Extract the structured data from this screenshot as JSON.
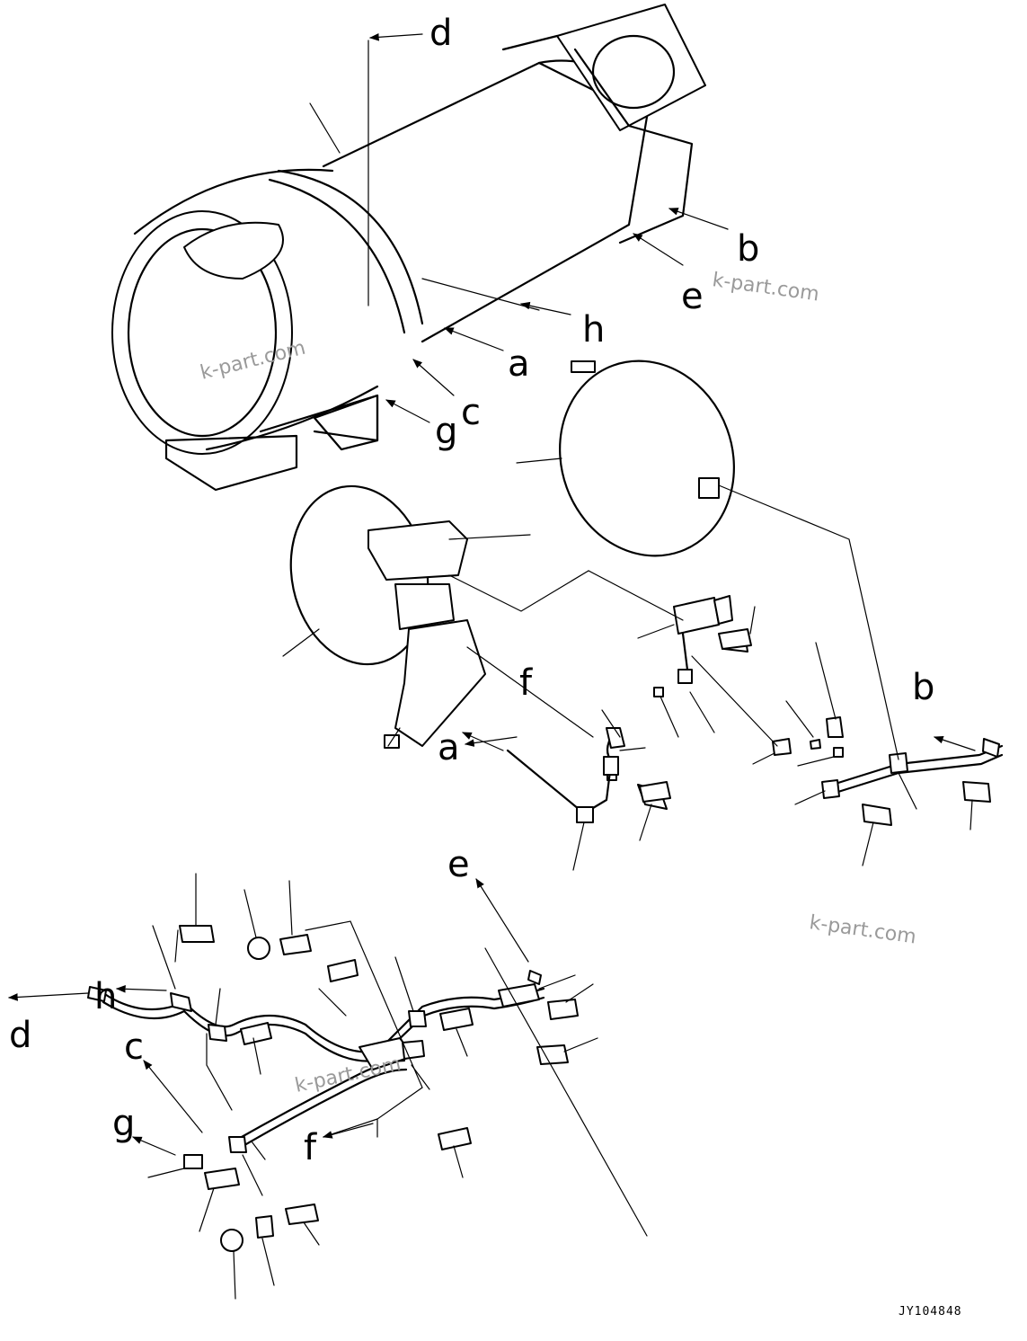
{
  "diagram": {
    "callouts": {
      "a1": "a",
      "a2": "a",
      "b1": "b",
      "b2": "b",
      "c1": "c",
      "c2": "c",
      "d1": "d",
      "d2": "d",
      "e1": "e",
      "e2": "e",
      "f1": "f",
      "f2": "f",
      "g1": "g",
      "g2": "g",
      "h1": "h",
      "h2": "h"
    },
    "watermarks": [
      "k-part.com",
      "k-part.com",
      "k-part.com",
      "k-part.com"
    ],
    "drawing_code": "JY104848"
  }
}
